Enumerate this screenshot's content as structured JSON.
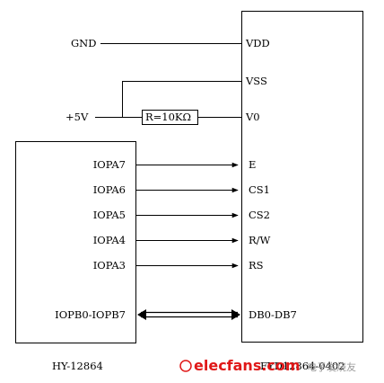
{
  "mcu": {
    "name": "HY-12864",
    "pins": [
      "IOPA7",
      "IOPA6",
      "IOPA5",
      "IOPA4",
      "IOPA3",
      "IOPB0-IOPB7"
    ]
  },
  "lcd": {
    "name": "FYD12864-0402",
    "pins": [
      "VDD",
      "VSS",
      "V0",
      "E",
      "CS1",
      "CS2",
      "R/W",
      "RS",
      "DB0-DB7"
    ]
  },
  "power": {
    "gnd": "GND",
    "vcc": "+5V",
    "resistor": "R=10KΩ"
  },
  "watermark": {
    "brand": "elecfans.com",
    "tagline": "电子发烧友"
  }
}
